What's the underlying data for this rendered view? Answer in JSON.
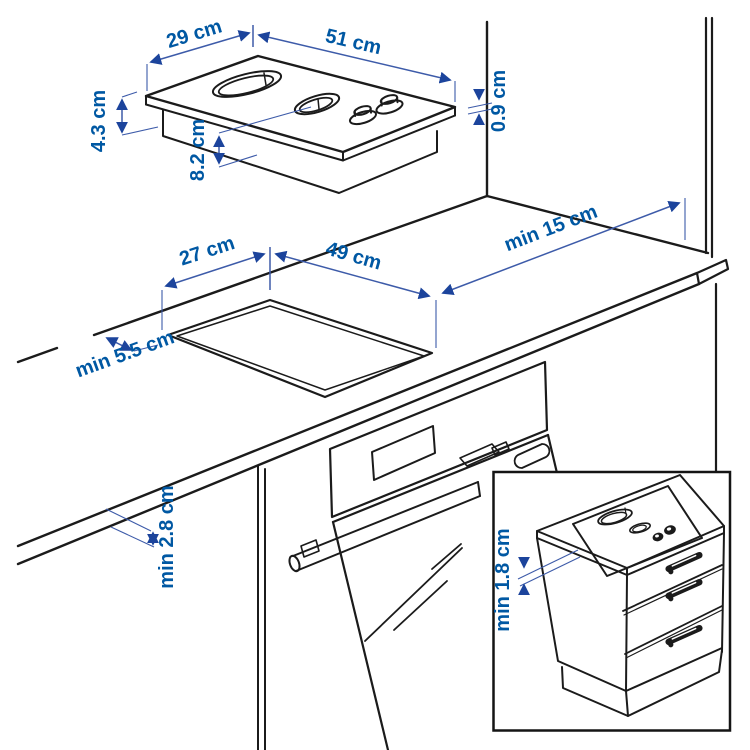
{
  "title": "Cooktop installation dimensions diagram",
  "colors": {
    "background": "#ffffff",
    "artwork_line": "#1b1b1b",
    "dimension_text": "#0058a3",
    "dimension_line": "#3d5ba9",
    "arrowhead": "#1c449c"
  },
  "cooktop": {
    "description": "2-burner domino cooktop with two control knobs",
    "width_label": "51 cm",
    "depth_label": "29 cm",
    "height_label": "4.3 cm",
    "burner_offset_label": "8.2 cm",
    "rim_thickness_label": "0.9 cm"
  },
  "worktop": {
    "description": "worktop with rectangular cutout above built-in oven",
    "cutout_depth_label": "27 cm",
    "cutout_width_label": "49 cm",
    "side_wall_clearance_label": "min 15 cm",
    "front_edge_clearance_label": "min 5.5 cm",
    "worktop_thickness_label": "min 2.8 cm"
  },
  "inset": {
    "description": "base cabinet with three drawers and cooktop on top",
    "worktop_thickness_label": "min 1.8 cm"
  }
}
